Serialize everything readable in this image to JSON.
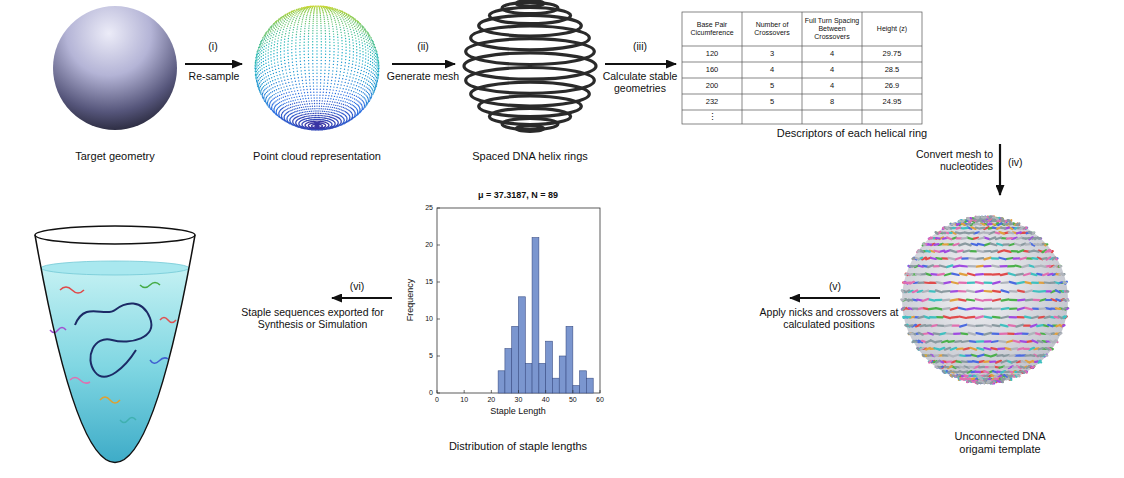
{
  "diagram": {
    "nodes": [
      {
        "text": [
          "Target geometry"
        ]
      },
      {
        "text": [
          "Point cloud representation"
        ]
      },
      {
        "text": [
          "Spaced DNA helix rings"
        ]
      },
      {
        "text": [
          "Descriptors of each helical ring"
        ]
      },
      {
        "text": [
          "Unconnected DNA origami template"
        ]
      },
      {
        "text": [
          "Distribution of staple lengths"
        ]
      }
    ],
    "edges": [
      {
        "from": 0,
        "to": 1,
        "arrow": "to"
      },
      {
        "from": 1,
        "to": 2,
        "arrow": "to"
      },
      {
        "from": 2,
        "to": 3,
        "arrow": "to"
      },
      {
        "from": 3,
        "to": 4,
        "arrow": "to"
      },
      {
        "from": 4,
        "to": 5,
        "arrow": "to"
      }
    ],
    "labels": [
      "(i)",
      "Re-sample",
      "(ii)",
      "Generate mesh",
      "(iii)",
      "Calculate stable geometries",
      "Base Pair Cicumference",
      "Number of Crossovers",
      "Full Turn Spacing Between Crossovers",
      "Height (z)",
      "120",
      "3",
      "4",
      "29.75",
      "160",
      "4",
      "4",
      "28.5",
      "200",
      "5",
      "4",
      "26.9",
      "232",
      "5",
      "8",
      "24.95",
      "⋮",
      "Convert mesh to nucleotides",
      "(iv)",
      "(v)",
      "Apply nicks and crossovers at calculated positions",
      "μ = 37.3187, N = 89",
      "Frequency",
      "0",
      "5",
      "10",
      "15",
      "20",
      "25",
      "0",
      "10",
      "20",
      "30",
      "40",
      "50",
      "60",
      "Staple Length",
      "(vi)",
      "Staple sequences exported for Synthesis or Simulation"
    ]
  }
}
